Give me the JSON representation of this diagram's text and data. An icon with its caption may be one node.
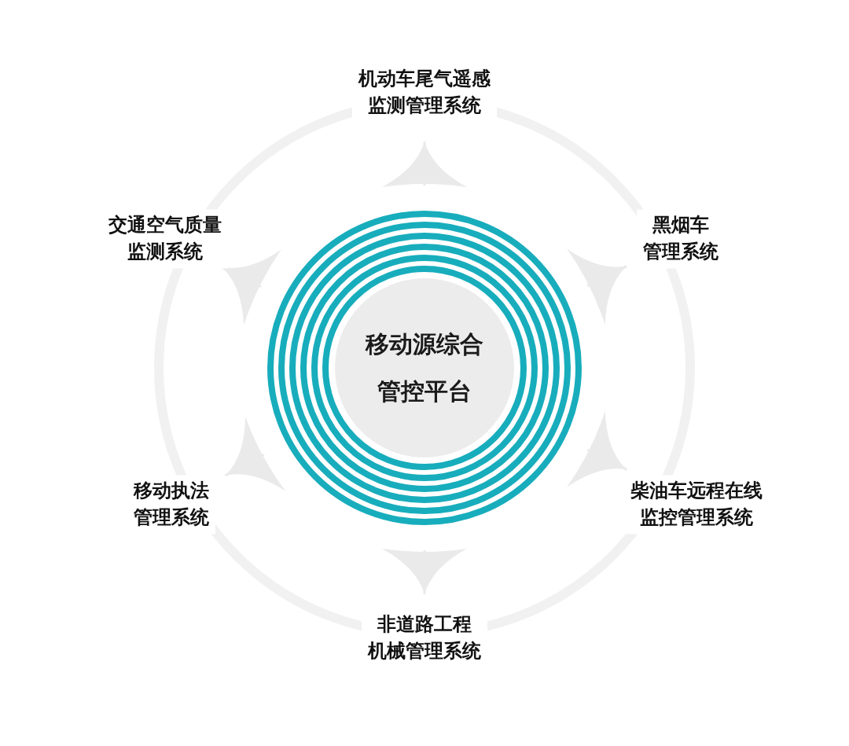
{
  "diagram": {
    "nodes": [
      {
        "text": [
          "移动源综合管控平台"
        ]
      },
      {
        "text": [
          "机动车尾气遥感监测管理系统"
        ]
      },
      {
        "text": [
          "黑烟车管理系统"
        ]
      },
      {
        "text": [
          "柴油车远程在线监控管理系统"
        ]
      },
      {
        "text": [
          "非道路工程机械管理系统"
        ]
      },
      {
        "text": [
          "移动执法管理系统"
        ]
      },
      {
        "text": [
          "交通空气质量监测系统"
        ]
      }
    ],
    "edges": [
      {
        "from": 0,
        "to": 1,
        "arrow": "to"
      },
      {
        "from": 0,
        "to": 2,
        "arrow": "to"
      },
      {
        "from": 0,
        "to": 3,
        "arrow": "to"
      },
      {
        "from": 0,
        "to": 4,
        "arrow": "to"
      },
      {
        "from": 0,
        "to": 5,
        "arrow": "to"
      },
      {
        "from": 0,
        "to": 6,
        "arrow": "to"
      }
    ]
  }
}
